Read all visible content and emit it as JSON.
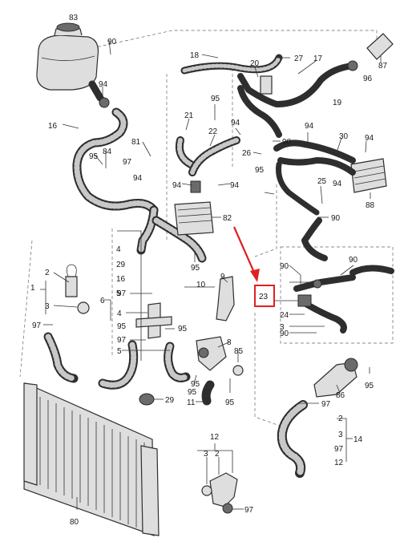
{
  "diagram": {
    "highlight": {
      "label": "23",
      "color": "#e02020"
    },
    "labels": {
      "l1": "83",
      "l2": "90",
      "l3": "94",
      "l4": "16",
      "l5": "95",
      "l6": "84",
      "l7": "97",
      "l8": "94",
      "l9": "81",
      "l10": "18",
      "l11": "20",
      "l12": "27",
      "l13": "17",
      "l14": "87",
      "l15": "96",
      "l16": "19",
      "l17": "95",
      "l18": "21",
      "l19": "22",
      "l20": "94",
      "l21": "90",
      "l22": "26",
      "l23": "95",
      "l24": "94",
      "l25": "30",
      "l26": "94",
      "l27": "94",
      "l28": "94",
      "l29": "94",
      "l30": "25",
      "l31": "90",
      "l32": "88",
      "l33": "82",
      "l34": "4",
      "l35": "29",
      "l36": "16",
      "l37": "5",
      "l38": "95",
      "l39": "9",
      "l40": "10",
      "l41": "2",
      "l42": "1",
      "l43": "3",
      "l44": "97",
      "l45": "6",
      "l46": "97",
      "l47": "4",
      "l48": "95",
      "l49": "97",
      "l50": "5",
      "l51": "95",
      "l52": "8",
      "l53": "85",
      "l54": "95",
      "l55": "95",
      "l56": "11",
      "l57": "95",
      "l58": "29",
      "l59": "90",
      "l60": "90",
      "l61": "24",
      "l62": "3",
      "l63": "90",
      "l64": "86",
      "l65": "95",
      "l66": "97",
      "l67": "2",
      "l68": "3",
      "l69": "14",
      "l70": "97",
      "l71": "12",
      "l72": "12",
      "l73": "3",
      "l74": "2",
      "l75": "97",
      "l76": "80"
    }
  }
}
